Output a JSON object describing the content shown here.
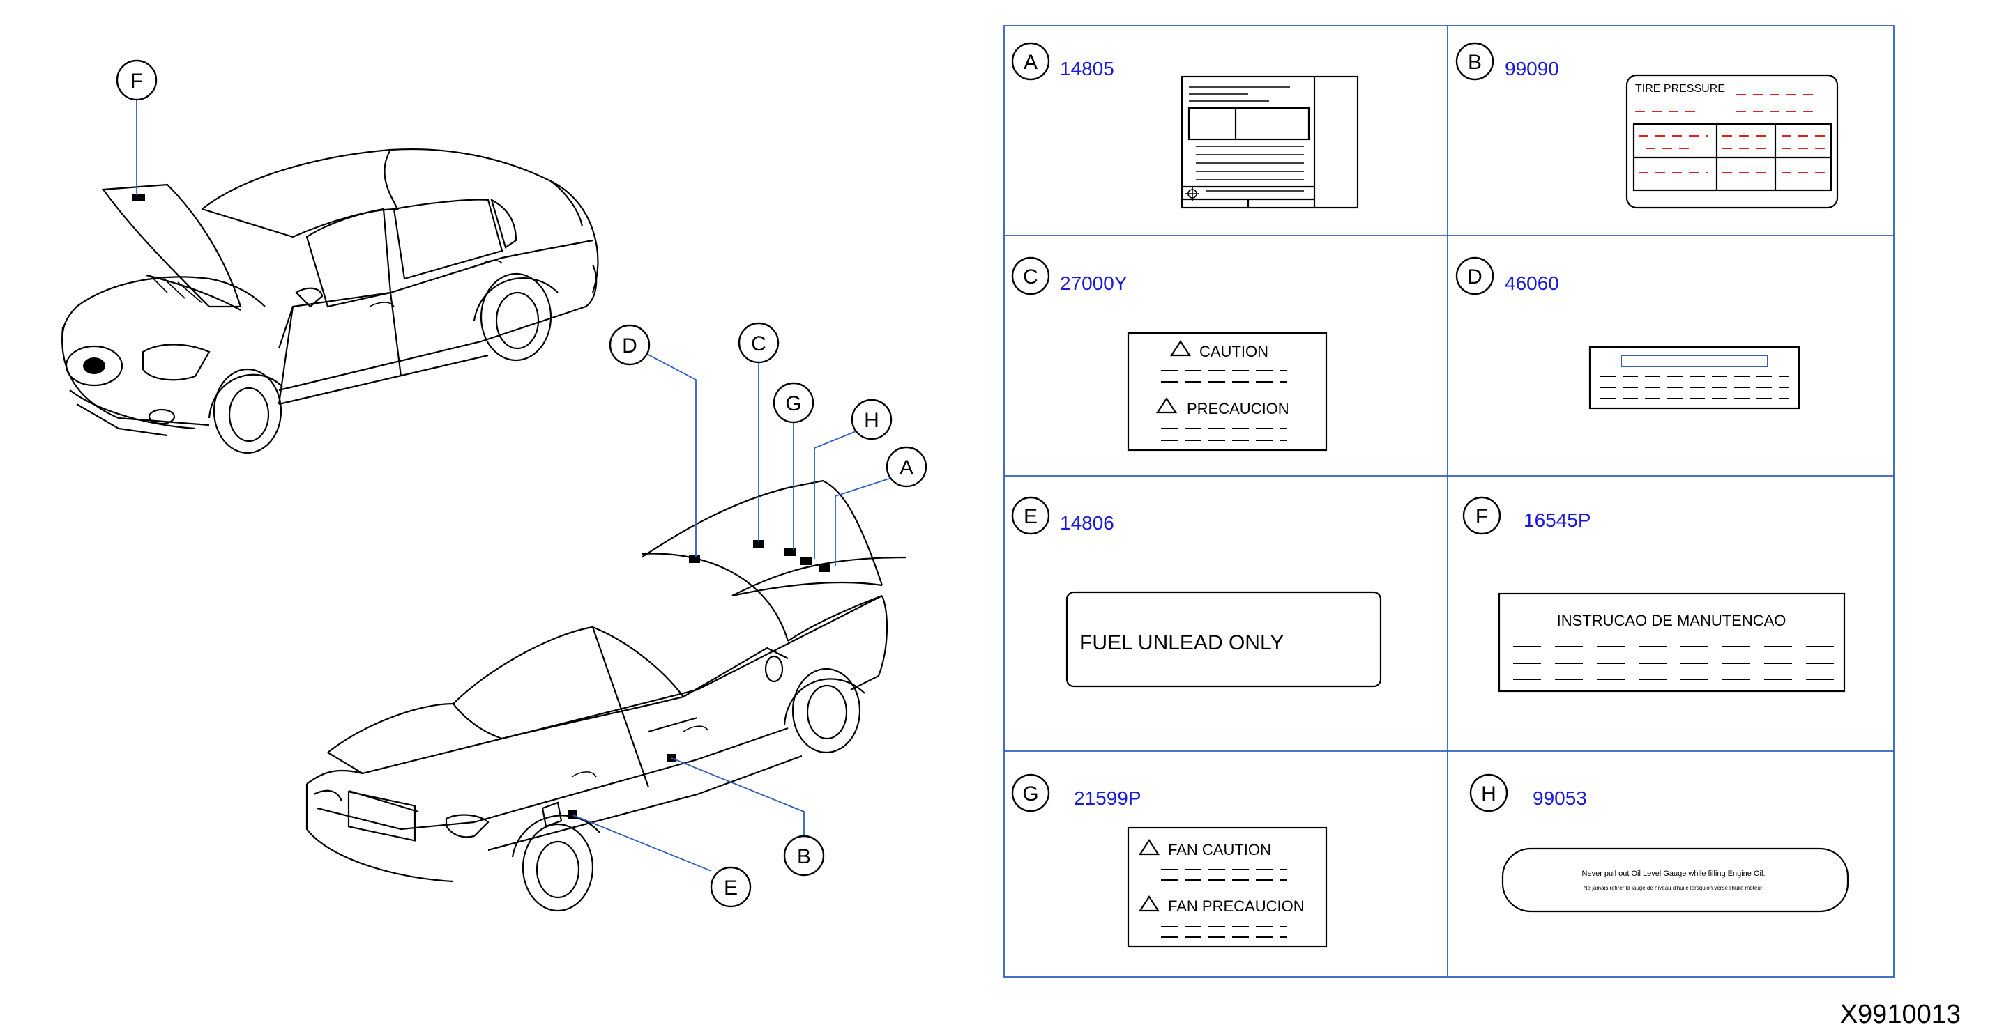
{
  "diagram_id": "X9910013",
  "callouts": [
    "F",
    "D",
    "C",
    "G",
    "H",
    "A",
    "B",
    "E"
  ],
  "panels": [
    {
      "letter": "A",
      "part": "14805"
    },
    {
      "letter": "B",
      "part": "99090",
      "label_title": "TIRE   PRESSURE"
    },
    {
      "letter": "C",
      "part": "27000Y",
      "label_line1": "CAUTION",
      "label_line2": "PRECAUCION"
    },
    {
      "letter": "D",
      "part": "46060"
    },
    {
      "letter": "E",
      "part": "14806",
      "label_text": "FUEL   UNLEAD   ONLY"
    },
    {
      "letter": "F",
      "part": "16545P",
      "label_title": "INSTRUCAO  DE  MANUTENCAO"
    },
    {
      "letter": "G",
      "part": "21599P",
      "label_line1": "FAN  CAUTION",
      "label_line2": "FAN  PRECAUCION"
    },
    {
      "letter": "H",
      "part": "99053",
      "label_line1": "Never     pull     out     Oil     Level     Gauge     while     filling     Engine     Oil.",
      "label_line2": "Ne    jamais    retirer    la    jauge    de    niveau    d'huile    lorsqu'on    verse    l'huile    moteur."
    }
  ],
  "colors": {
    "part_number": "#1a1ad6",
    "grid": "#2f5fbf",
    "tire_dashes": "#e02020"
  }
}
